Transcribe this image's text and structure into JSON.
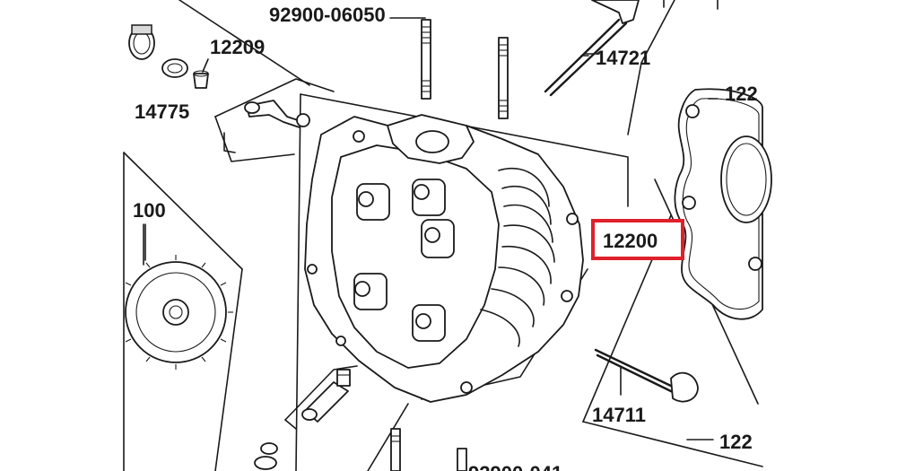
{
  "diagram": {
    "labels": {
      "bolt_top": "92900-06050",
      "valve_upper": "14721",
      "seal_a": "12209",
      "ring_a": "14775",
      "gear_partial": "100",
      "head_highlighted": "12200",
      "valve_lower": "14711",
      "gasket_partial_top": "122",
      "gasket_partial_bottom": "122",
      "bolt_bottom_partial": "92900-041"
    },
    "highlight_color": "#e0202a",
    "line_color": "#1a1a1a"
  }
}
